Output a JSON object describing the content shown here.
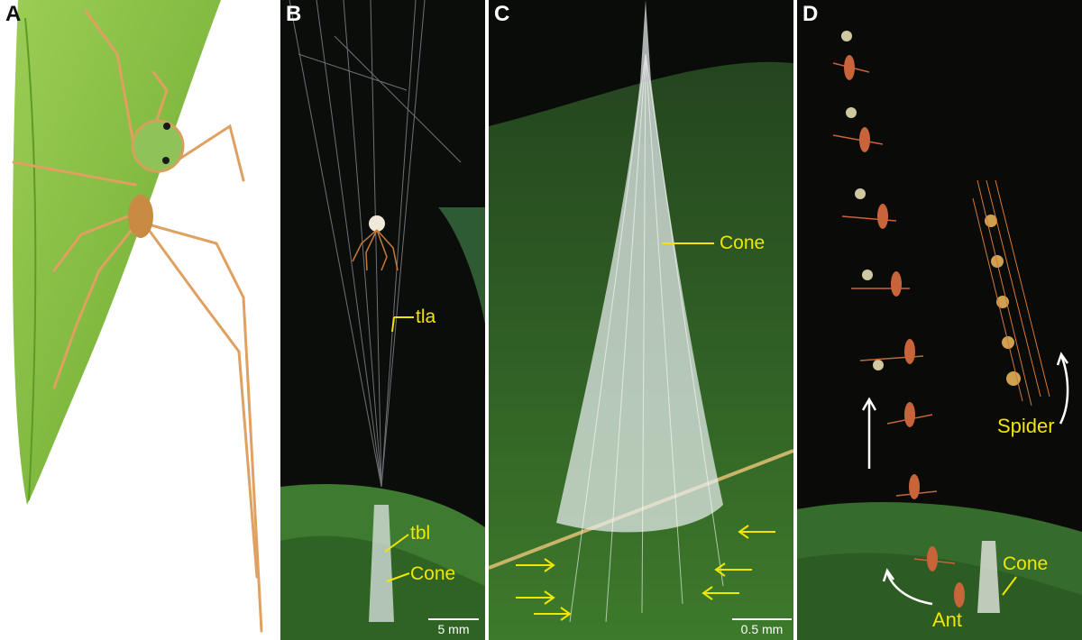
{
  "panels": [
    {
      "letter": "A"
    },
    {
      "letter": "B",
      "labels": {
        "tla": "tla",
        "tbl": "tbl",
        "cone": "Cone"
      },
      "scale_bar": "5 mm"
    },
    {
      "letter": "C",
      "labels": {
        "cone": "Cone"
      },
      "scale_bar": "0.5 mm"
    },
    {
      "letter": "D",
      "labels": {
        "spider": "Spider",
        "cone": "Cone",
        "ant": "Ant"
      }
    }
  ],
  "colors": {
    "label": "#f2e600",
    "leaf": "#7fbf3a",
    "dark_background": "#0b0d0a",
    "spider_body": "#d98a3a"
  }
}
